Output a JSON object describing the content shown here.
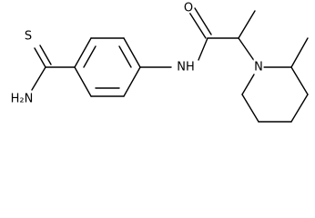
{
  "molecule": {
    "atoms": {
      "thione_sulfur": "S",
      "thioamide_nitrogen": "H₂N",
      "amide_nitrogen": "NH",
      "carbonyl_oxygen": "O",
      "piperidine_nitrogen": "N"
    },
    "ink_color": "#000000",
    "background_color": "#ffffff"
  }
}
